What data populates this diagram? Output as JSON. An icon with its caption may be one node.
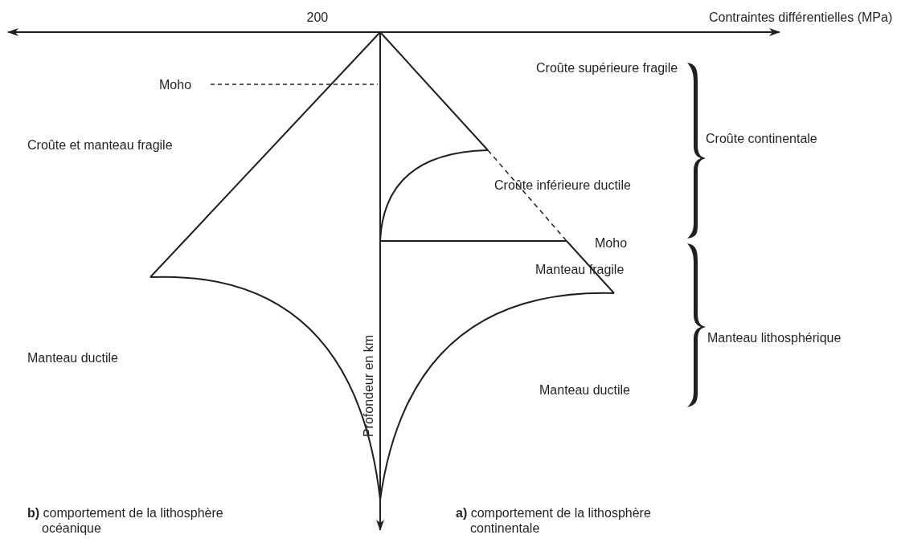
{
  "diagram": {
    "labels": [
      "200",
      "Contraintes différentielles (MPa)",
      "Moho",
      "Croûte supérieure fragile",
      "Croûte continentale",
      "Croûte et manteau fragile",
      "Croûte inférieure ductile",
      "Moho",
      "Manteau fragile",
      "Manteau ductile",
      "Manteau lithosphérique",
      "Manteau ductile",
      "Profondeur en km",
      "**b)** comportement de la lithosphère océanique",
      "**a)** comportement de la lithosphère continentale"
    ]
  }
}
